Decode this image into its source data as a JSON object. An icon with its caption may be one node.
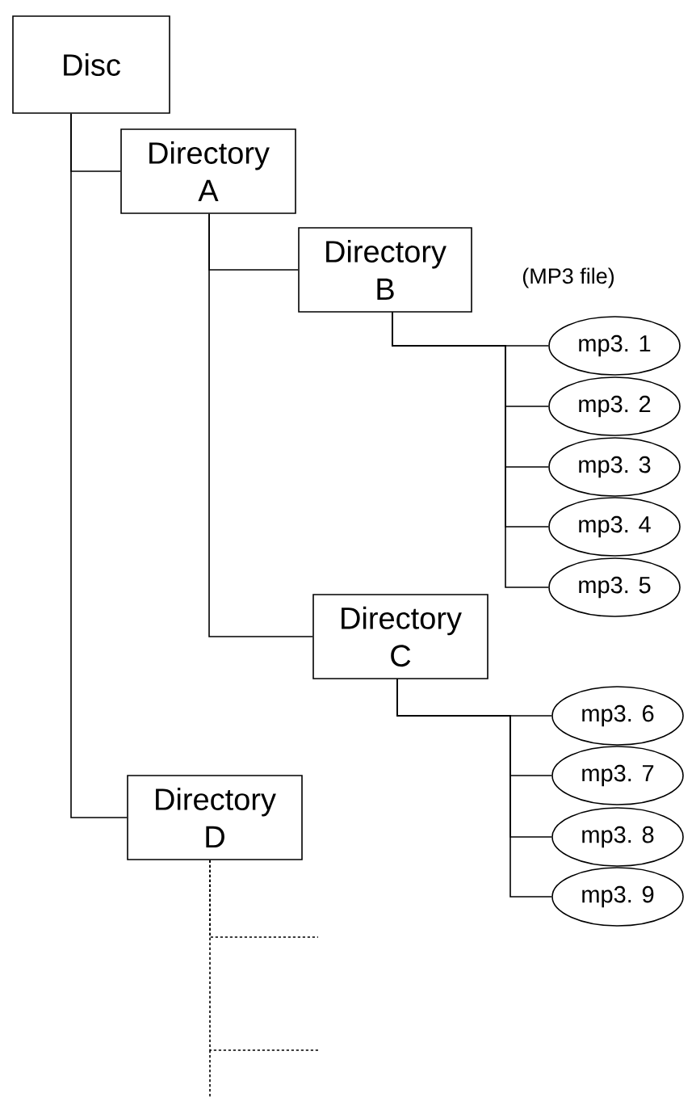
{
  "diagram": {
    "nodes": [
      {
        "text": [
          "Disc"
        ]
      },
      {
        "text": [
          "Directory A"
        ]
      },
      {
        "text": [
          "Directory B"
        ]
      },
      {
        "text": [
          "mp3. 1"
        ]
      },
      {
        "text": [
          "mp3. 2"
        ]
      },
      {
        "text": [
          "mp3. 3"
        ]
      },
      {
        "text": [
          "mp3. 4"
        ]
      },
      {
        "text": [
          "mp3. 5"
        ]
      },
      {
        "text": [
          "Directory C"
        ]
      },
      {
        "text": [
          "mp3. 6"
        ]
      },
      {
        "text": [
          "mp3. 7"
        ]
      },
      {
        "text": [
          "mp3. 8"
        ]
      },
      {
        "text": [
          "mp3. 9"
        ]
      },
      {
        "text": [
          "Directory D"
        ]
      }
    ],
    "edges": [
      {
        "from": 0,
        "to": 1,
        "arrow": "none"
      },
      {
        "from": 0,
        "to": 13,
        "arrow": "none"
      },
      {
        "from": 1,
        "to": 2,
        "arrow": "none"
      },
      {
        "from": 1,
        "to": 8,
        "arrow": "none"
      },
      {
        "from": 2,
        "to": 3,
        "arrow": "none"
      },
      {
        "from": 2,
        "to": 4,
        "arrow": "none"
      },
      {
        "from": 2,
        "to": 5,
        "arrow": "none"
      },
      {
        "from": 2,
        "to": 6,
        "arrow": "none"
      },
      {
        "from": 2,
        "to": 7,
        "arrow": "none"
      },
      {
        "from": 8,
        "to": 9,
        "arrow": "none"
      },
      {
        "from": 8,
        "to": 10,
        "arrow": "none"
      },
      {
        "from": 8,
        "to": 11,
        "arrow": "none"
      },
      {
        "from": 8,
        "to": 12,
        "arrow": "none"
      },
      {
        "from": 13,
        "to": null,
        "arrow": "none",
        "style": "dashed"
      },
      {
        "from": 13,
        "to": null,
        "arrow": "none",
        "style": "dashed"
      }
    ],
    "labels": [
      "(MP3 file)"
    ]
  }
}
